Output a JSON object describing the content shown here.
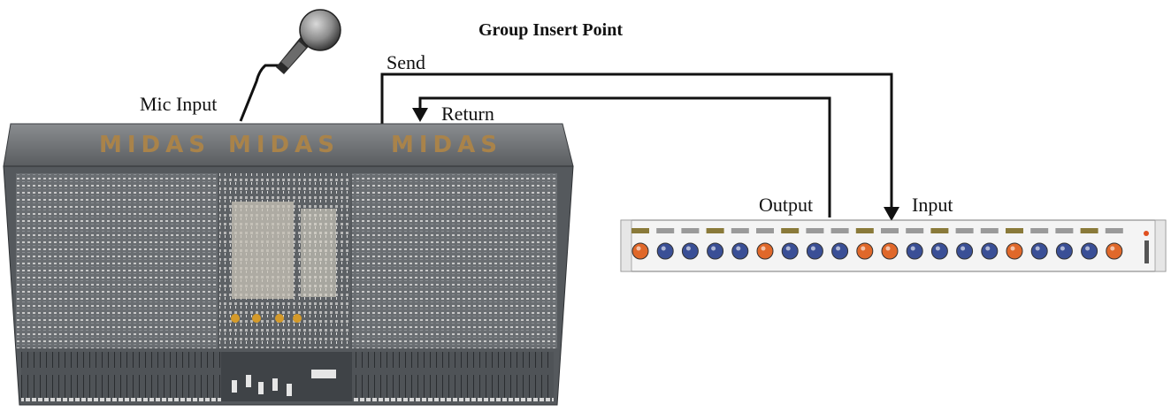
{
  "title": "Group Insert Point",
  "labels": {
    "send": "Send",
    "return": "Return",
    "mic_input": "Mic Input",
    "output": "Output",
    "input": "Input"
  },
  "console": {
    "brand": "MIDAS"
  },
  "colors": {
    "wire": "#111111",
    "console_body": "#5e6266",
    "console_dark": "#3d4145",
    "rack_panel": "#f2f2f2",
    "knob_orange": "#e0682a",
    "knob_blue": "#3a4f96",
    "brand_text": "#a9834a"
  },
  "rack_knobs": [
    "orange",
    "blue",
    "blue",
    "blue",
    "blue",
    "orange",
    "blue",
    "blue",
    "blue",
    "orange",
    "orange",
    "blue",
    "blue",
    "blue",
    "blue",
    "orange",
    "blue",
    "blue",
    "blue",
    "orange"
  ]
}
